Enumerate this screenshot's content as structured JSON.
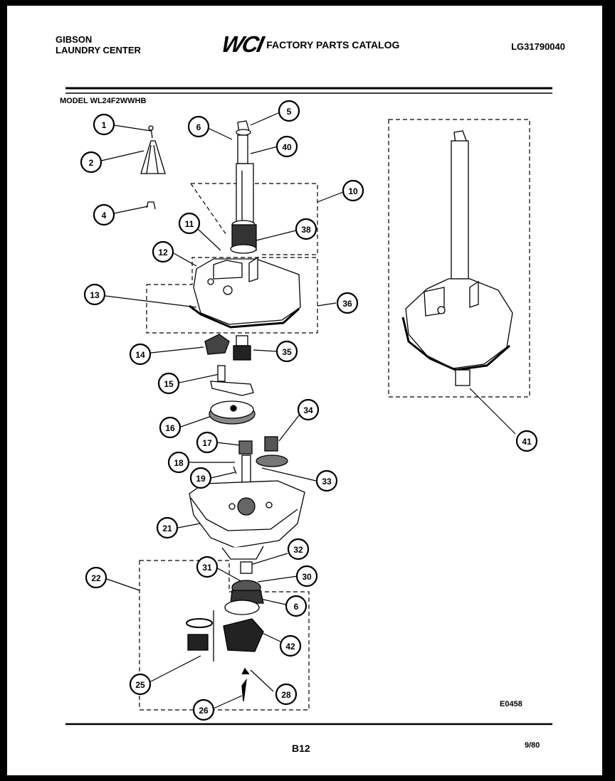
{
  "header": {
    "brand_line1": "GIBSON",
    "brand_line2": "LAUNDRY CENTER",
    "logo": "WCI",
    "catalog_title": "FACTORY PARTS CATALOG",
    "catalog_number": "LG31790040"
  },
  "model_label": "MODEL WL24F2WWHB",
  "diagram_code": "E0458",
  "page_number": "B12",
  "date": "9/80",
  "callouts": [
    {
      "id": "1",
      "label": "1"
    },
    {
      "id": "2",
      "label": "2"
    },
    {
      "id": "4",
      "label": "4"
    },
    {
      "id": "5",
      "label": "5"
    },
    {
      "id": "6a",
      "label": "6"
    },
    {
      "id": "40",
      "label": "40"
    },
    {
      "id": "10",
      "label": "10"
    },
    {
      "id": "11",
      "label": "11"
    },
    {
      "id": "12",
      "label": "12"
    },
    {
      "id": "38",
      "label": "38"
    },
    {
      "id": "13",
      "label": "13"
    },
    {
      "id": "36",
      "label": "36"
    },
    {
      "id": "14",
      "label": "14"
    },
    {
      "id": "35",
      "label": "35"
    },
    {
      "id": "15",
      "label": "15"
    },
    {
      "id": "16",
      "label": "16"
    },
    {
      "id": "34",
      "label": "34"
    },
    {
      "id": "17",
      "label": "17"
    },
    {
      "id": "18",
      "label": "18"
    },
    {
      "id": "19",
      "label": "19"
    },
    {
      "id": "33",
      "label": "33"
    },
    {
      "id": "21",
      "label": "21"
    },
    {
      "id": "32",
      "label": "32"
    },
    {
      "id": "22",
      "label": "22"
    },
    {
      "id": "31",
      "label": "31"
    },
    {
      "id": "30",
      "label": "30"
    },
    {
      "id": "6b",
      "label": "6"
    },
    {
      "id": "42",
      "label": "42"
    },
    {
      "id": "25",
      "label": "25"
    },
    {
      "id": "28",
      "label": "28"
    },
    {
      "id": "26",
      "label": "26"
    },
    {
      "id": "41",
      "label": "41"
    }
  ]
}
